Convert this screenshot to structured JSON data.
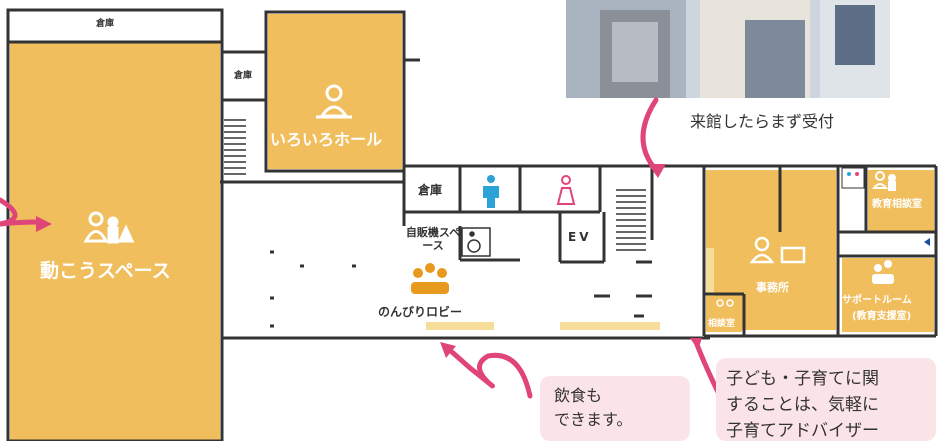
{
  "rooms": {
    "storage_top": "倉庫",
    "storage_small": "倉庫",
    "storage_mid": "倉庫",
    "iroiro_hall": "いろいろホール",
    "ugokou_space": "動こうスペース",
    "vending_space": "自販機スペース",
    "ev": "EV",
    "nonbiri_lobby": "のんびりロビー",
    "office": "事務所",
    "consult_room": "相談室",
    "edu_consult": "教育相談室",
    "support_room": "サポートルーム",
    "support_room_sub": "(教育支援室)"
  },
  "captions": {
    "reception": "来館したらまず受付"
  },
  "bubbles": {
    "food": [
      "飲食も",
      "できます。"
    ],
    "advice": [
      "子ども・子育てに関",
      "することは、気軽に",
      "子育てアドバイザー"
    ]
  },
  "colors": {
    "room_fill": "#f0be5c",
    "wall": "#333333",
    "accent_pink": "#e0457a",
    "bubble_bg": "#fbe4e8",
    "restroom_blue": "#2ba3d8",
    "restroom_pink": "#e0457a",
    "icon_white": "#ffffff",
    "icon_orange": "#e89a1e",
    "photo_bg": "#c9d3dc"
  },
  "icons": [
    "person-desk-icon",
    "people-group-icon",
    "restroom-male-icon",
    "restroom-female-icon",
    "wheelchair-icon",
    "arrow-icon"
  ]
}
